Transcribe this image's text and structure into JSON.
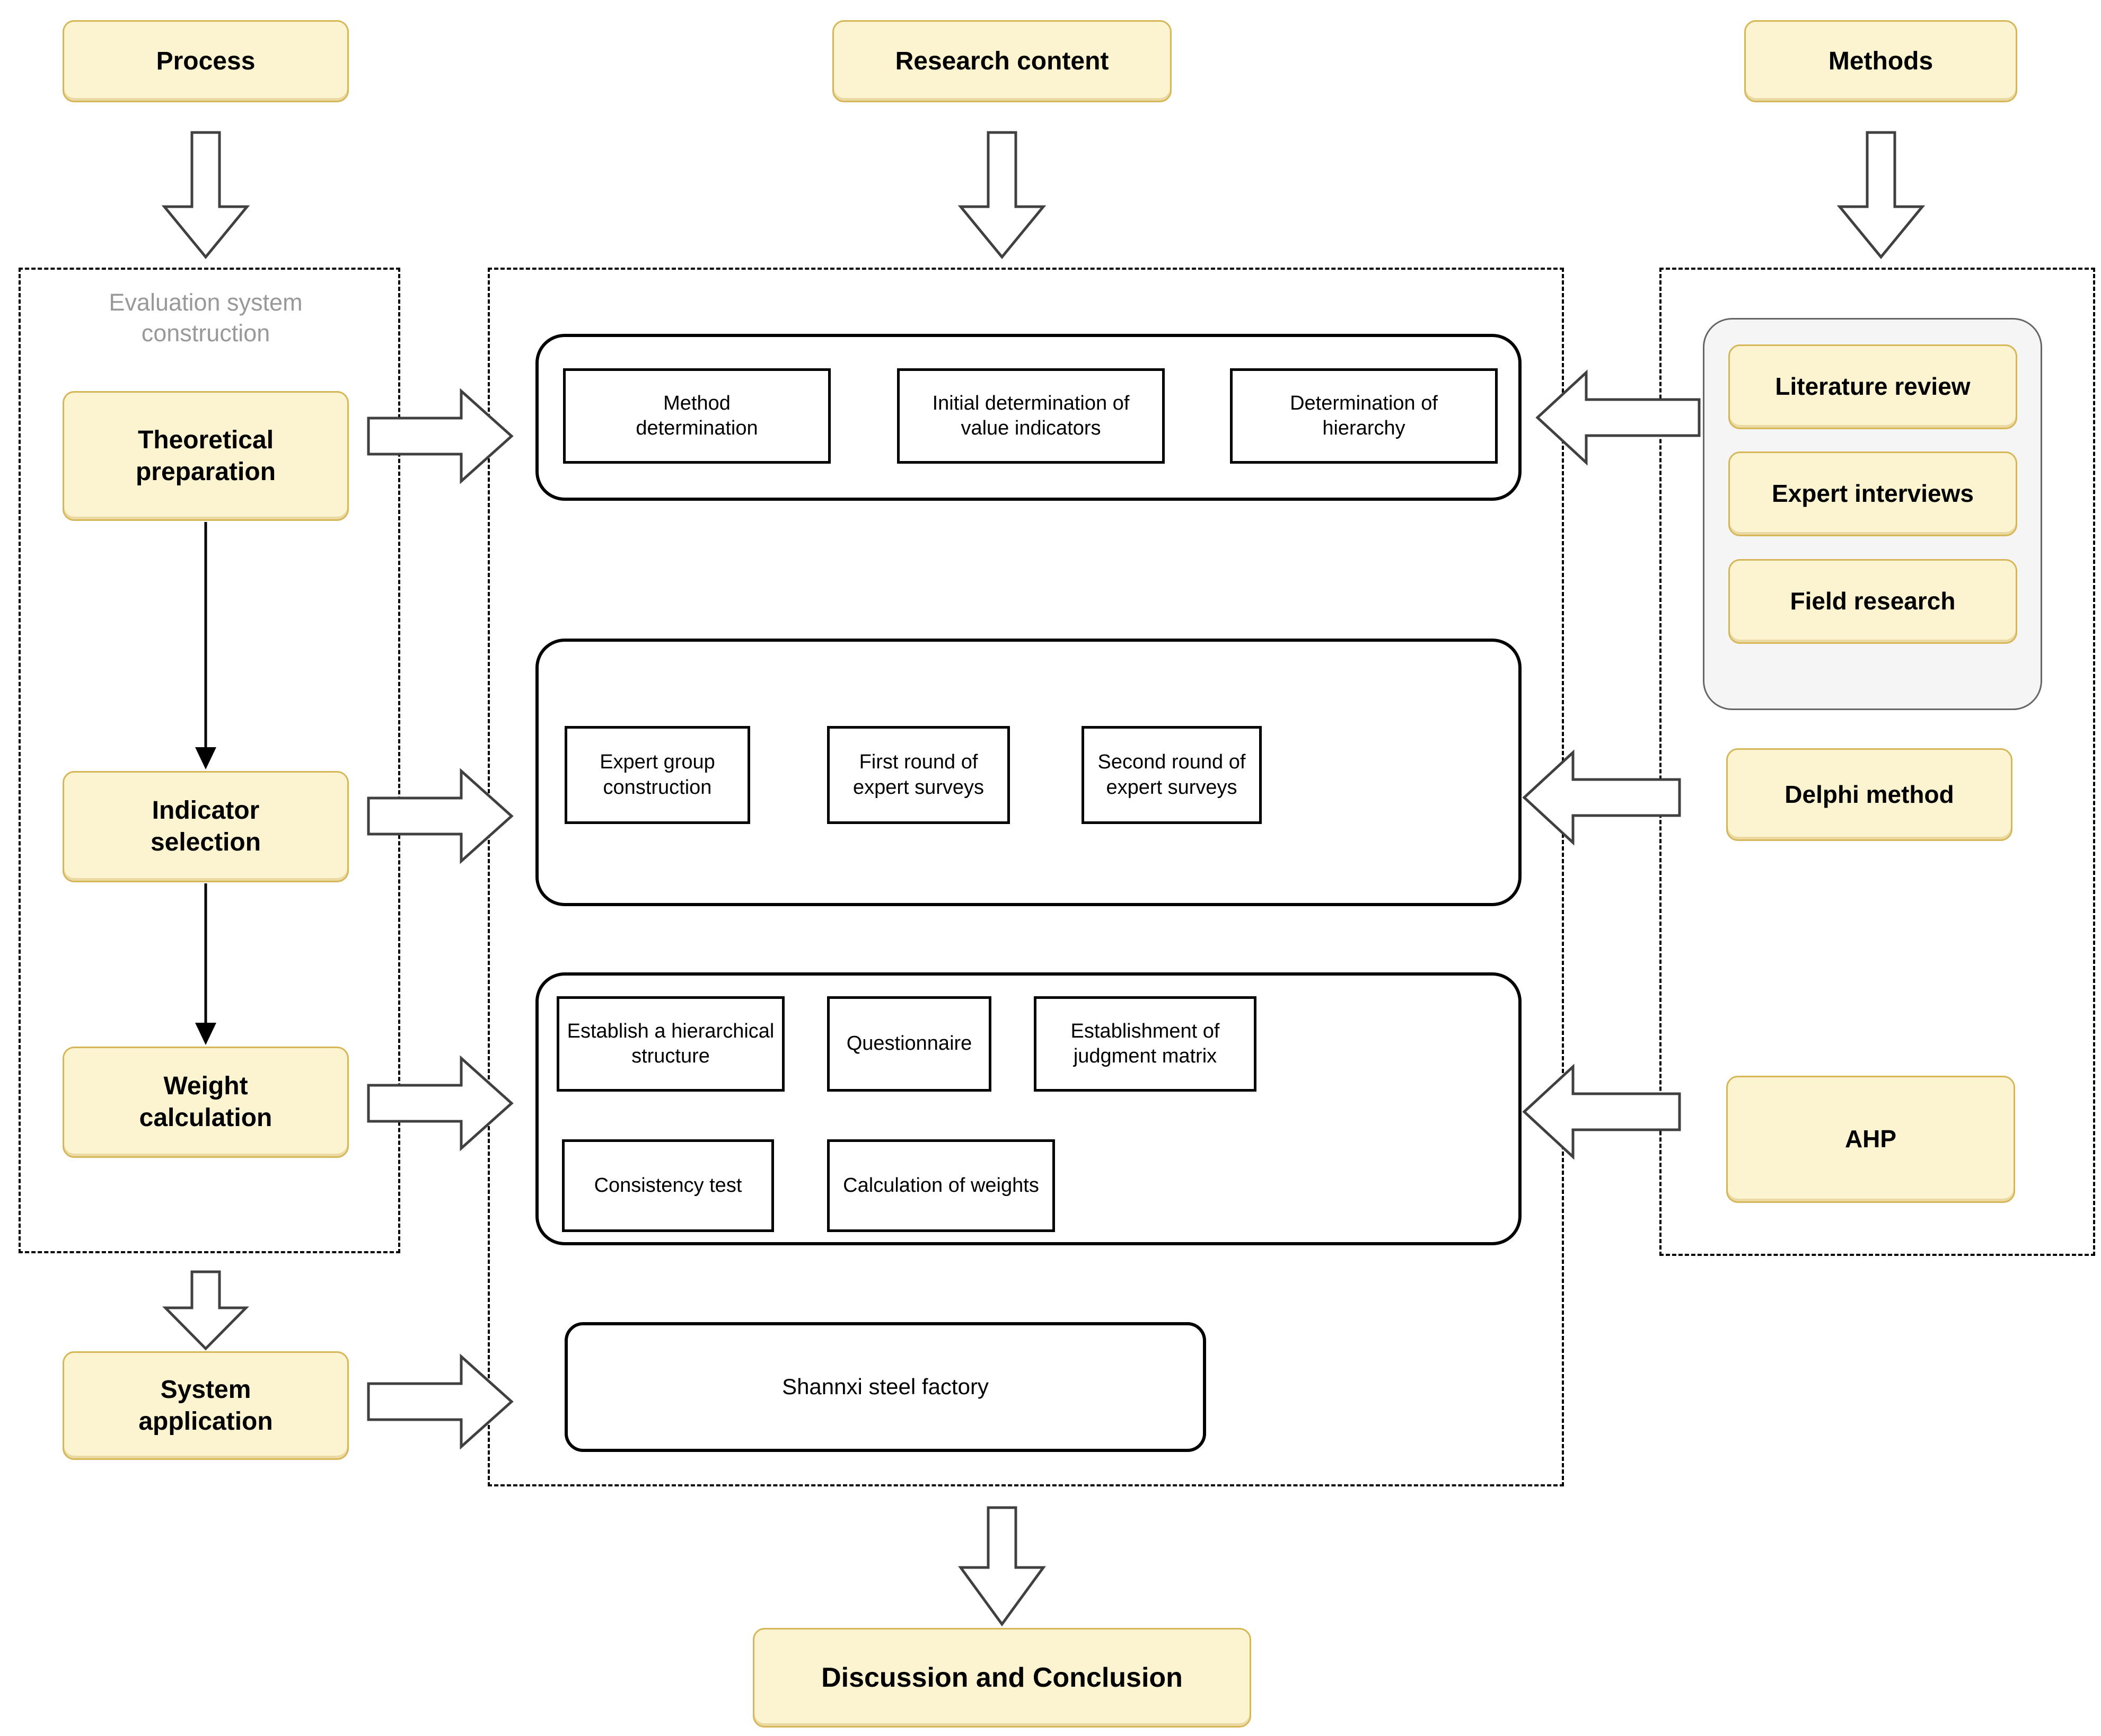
{
  "top_labels": {
    "process": "Process",
    "research_content": "Research content",
    "methods": "Methods"
  },
  "process_column": {
    "caption": "Evaluation system construction",
    "steps": [
      {
        "label": "Theoretical preparation"
      },
      {
        "label": "Indicator selection"
      },
      {
        "label": "Weight calculation"
      },
      {
        "label": "System application"
      }
    ]
  },
  "content_column": {
    "row1": {
      "boxes": [
        {
          "label": "Method determination"
        },
        {
          "label": "Initial determination of value indicators"
        },
        {
          "label": "Determination of hierarchy"
        }
      ]
    },
    "row2": {
      "boxes": [
        {
          "label": "Expert group construction"
        },
        {
          "label": "First round of expert surveys"
        },
        {
          "label": "Second round of expert surveys"
        }
      ]
    },
    "row3": {
      "top_boxes": [
        {
          "label": "Establish a hierarchical structure"
        },
        {
          "label": "Questionnaire"
        },
        {
          "label": "Establishment of judgment matrix"
        }
      ],
      "bottom_boxes": [
        {
          "label": "Consistency test"
        },
        {
          "label": "Calculation of weights"
        }
      ]
    },
    "row4": {
      "label": "Shannxi steel factory"
    }
  },
  "methods_column": {
    "grouped_methods": [
      {
        "label": "Literature review"
      },
      {
        "label": "Expert interviews"
      },
      {
        "label": "Field research"
      }
    ],
    "delphi": "Delphi method",
    "ahp": "AHP"
  },
  "conclusion": "Discussion and Conclusion",
  "colors": {
    "highlight_fill": "#FCF3D1",
    "highlight_border": "#D6B656",
    "group_fill": "#F5F5F5",
    "group_border": "#666666",
    "caption_text": "#999999",
    "line": "#000000"
  }
}
